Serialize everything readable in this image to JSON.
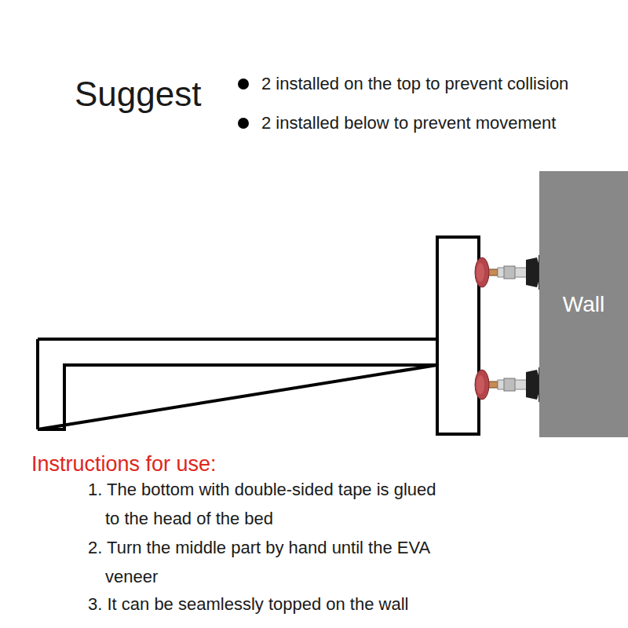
{
  "diagram": {
    "title": "Suggest",
    "nodes": [
      {
        "text": [
          "Wall"
        ]
      }
    ],
    "labels": [
      "2 installed on the top to prevent collision",
      "2 installed below to prevent movement",
      "Instructions for use:",
      "1. The bottom with double-sided tape is glued to the head of the bed",
      "2. Turn the middle part by hand until the EVA veneer",
      "3. It can be seamlessly topped on the wall"
    ]
  }
}
